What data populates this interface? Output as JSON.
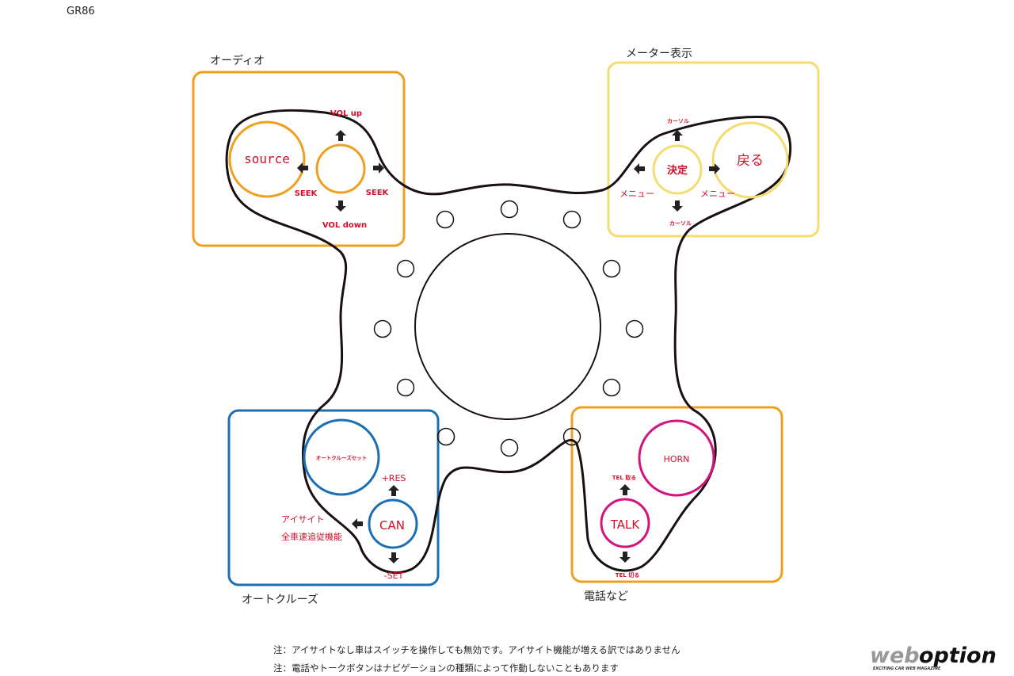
{
  "header": {
    "model": "GR86"
  },
  "colors": {
    "audio": "#f0a020",
    "meter": "#f5dc70",
    "cruise": "#1a6fb5",
    "phone": "#f0a020",
    "horn": "#d4137f",
    "label_red": "#d0102a"
  },
  "sections": {
    "audio": {
      "title": "オーディオ",
      "source": "source",
      "vol_up": "VOL up",
      "vol_down": "VOL down",
      "seek_left": "SEEK",
      "seek_right": "SEEK"
    },
    "meter": {
      "title": "メーター表示",
      "enter": "決定",
      "back": "戻る",
      "cursor_up": "カーソル",
      "cursor_down": "カーソル",
      "menu_left": "メニュー",
      "menu_right": "メニュー"
    },
    "cruise": {
      "title": "オートクルーズ",
      "set_button": "オートクルーズセット",
      "can": "CAN",
      "res": "+RES",
      "set": "-SET",
      "eyesight_1": "アイサイト",
      "eyesight_2": "全車速追従機能"
    },
    "phone": {
      "title": "電話など",
      "horn": "HORN",
      "talk": "TALK",
      "tel_on": "TEL 取る",
      "tel_off": "TEL 切る"
    }
  },
  "notes": [
    "注：アイサイトなし車はスイッチを操作しても無効です。アイサイト機能が増える訳ではありません",
    "注：電話やトークボタンはナビゲーションの種類によって作動しないこともあります"
  ],
  "logo": {
    "text": "web option",
    "tagline": "EXCITING CAR WEB MAGAZINE"
  }
}
